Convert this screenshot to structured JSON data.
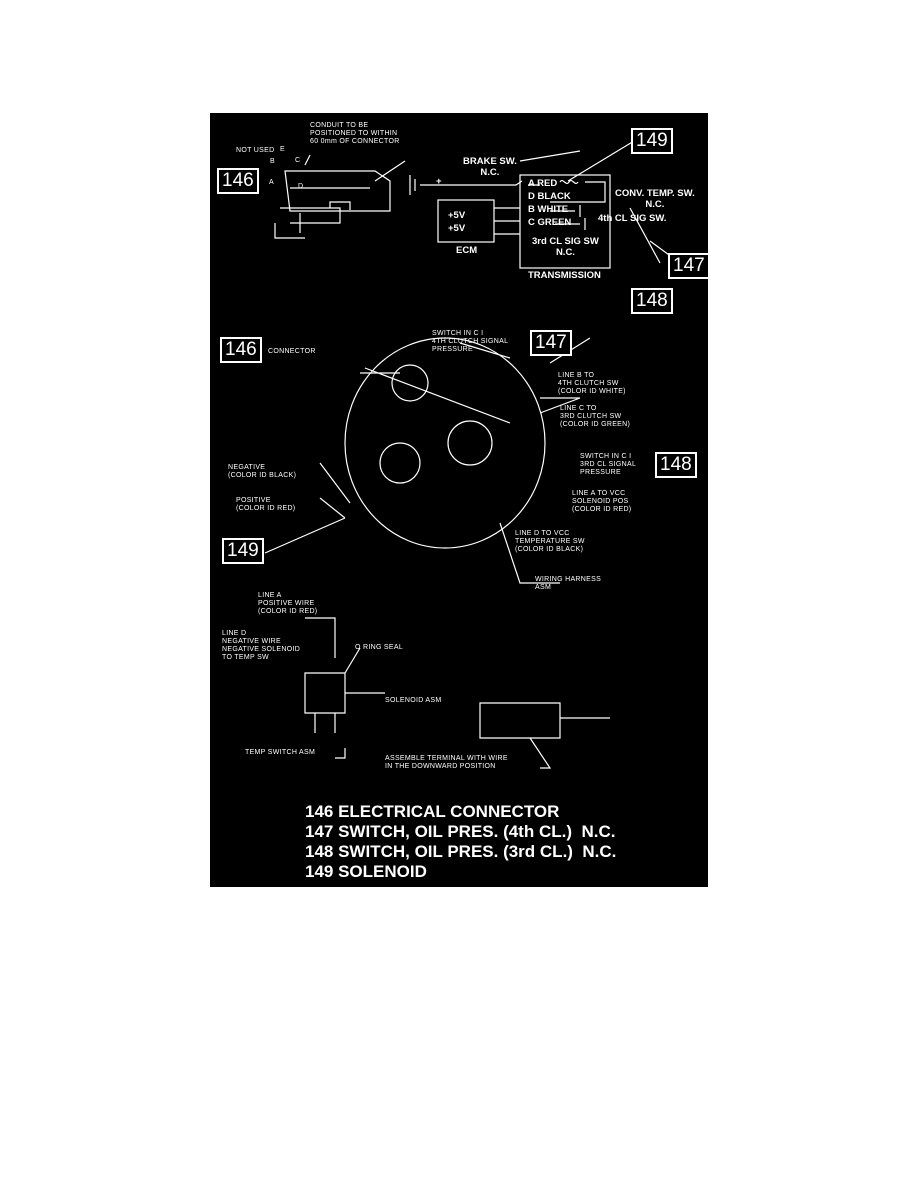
{
  "callouts": {
    "c146": "146",
    "c147": "147",
    "c148": "148",
    "c149": "149"
  },
  "schematic": {
    "conduit_note": "CONDUIT TO BE\nPOSITIONED TO WITHIN\n60 0mm OF CONNECTOR",
    "not_used": "NOT USED",
    "pins": {
      "e": "E",
      "b": "B",
      "c": "C",
      "a": "A",
      "d": "D"
    },
    "brake_sw": "BRAKE SW.\nN.C.",
    "plus": "+",
    "wires": [
      "A RED",
      "D BLACK",
      "B WHITE",
      "C GREEN"
    ],
    "third_cl": "3rd CL SIG SW\nN.C.",
    "transmission": "TRANSMISSION",
    "ecm": "ECM",
    "ecm_v1": "+5V",
    "ecm_v2": "+5V",
    "conv_temp": "CONV. TEMP. SW.\nN.C.",
    "fourth_cl": "4th CL SIG SW."
  },
  "assembly": {
    "connector": "CONNECTOR",
    "switch_4th": "SWITCH IN C I\n4TH CLUTCH SIGNAL\nPRESSURE",
    "line_b": "LINE B TO\n4TH CLUTCH SW\n(COLOR ID WHITE)",
    "line_c": "LINE C TO\n3RD CLUTCH SW\n(COLOR ID GREEN)",
    "switch_3rd": "SWITCH IN C I\n3RD CL SIGNAL\nPRESSURE",
    "line_a": "LINE A TO VCC\nSOLENOID POS\n(COLOR ID RED)",
    "line_d": "LINE D TO VCC\nTEMPERATURE SW\n(COLOR ID BLACK)",
    "harness": "WIRING HARNESS\nASM",
    "negative": "NEGATIVE\n(COLOR ID BLACK)",
    "positive": "POSITIVE\n(COLOR ID RED)"
  },
  "detail": {
    "line_a_pos": "LINE A\nPOSITIVE WIRE\n(COLOR ID RED)",
    "line_d_neg": "LINE D\nNEGATIVE WIRE\nNEGATIVE SOLENOID\nTO TEMP SW",
    "o_ring": "O RING SEAL",
    "solenoid_asm": "SOLENOID ASM",
    "temp_switch": "TEMP SWITCH ASM",
    "assemble_note": "ASSEMBLE TERMINAL WITH WIRE\nIN THE DOWNWARD POSITION"
  },
  "legend": [
    "146 ELECTRICAL CONNECTOR",
    "147 SWITCH, OIL PRES. (4th CL.)  N.C.",
    "148 SWITCH, OIL PRES. (3rd CL.)  N.C.",
    "149 SOLENOID"
  ]
}
